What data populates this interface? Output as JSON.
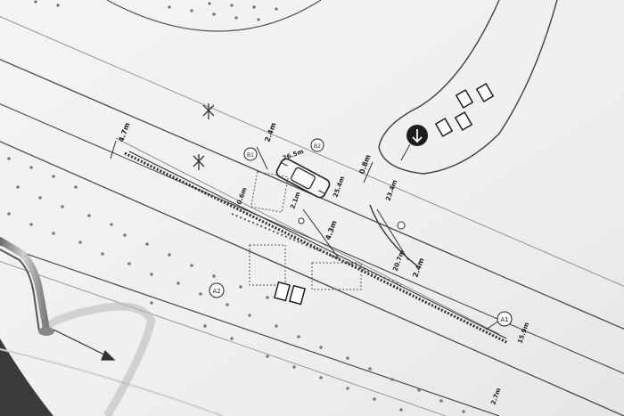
{
  "measurements": {
    "m_47": "4.7m",
    "m_24_top": "2.4m",
    "m_265": "26.5m",
    "m_06": "0.6m",
    "m_21": "2.1m",
    "m_254": "25.4m",
    "m_43": "4.3m",
    "m_08": "0.8m",
    "m_234": "23.4m",
    "m_207": "20.7m",
    "m_24_right": "2.4m",
    "m_159": "15.9m",
    "m_27": "2.7m"
  },
  "markers": {
    "a1": "A1",
    "a2": "A2",
    "b1": "B1",
    "b2": "B2"
  },
  "colors": {
    "paper": "#f1f1f0",
    "ink": "#2a2a2a",
    "shadow": "#bdbdbd",
    "dark_sign": "#1e1e1e"
  },
  "icons": {
    "direction_arrow": "down-arrow-circle-icon",
    "binder_ring": "binder-ring-icon",
    "tree": "tree-symbol-icon"
  }
}
